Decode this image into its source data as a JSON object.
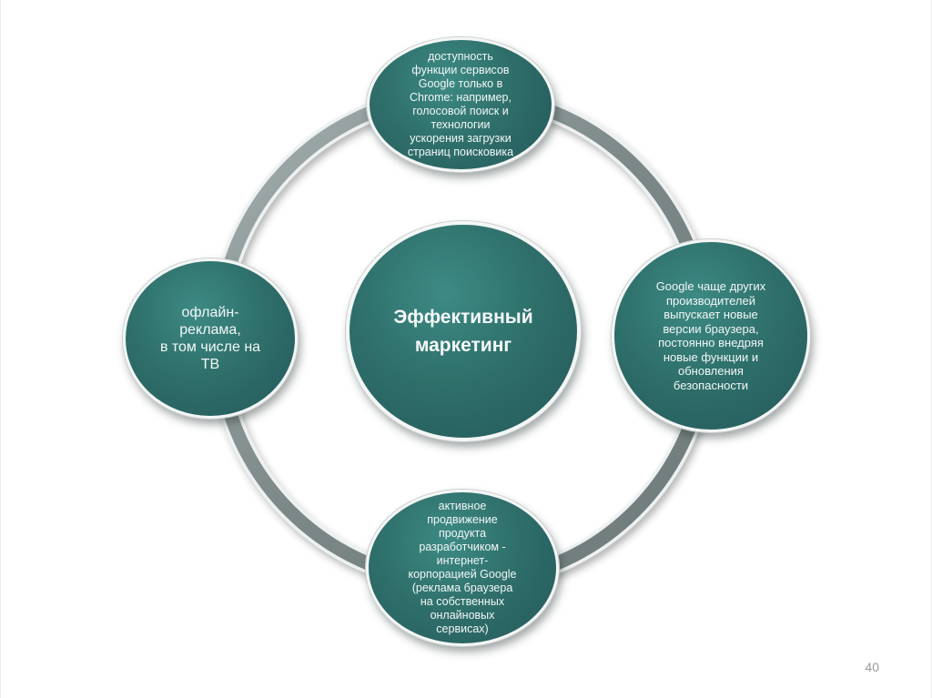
{
  "diagram": {
    "center": {
      "label": "Эффективный\nмаркетинг"
    },
    "nodes": {
      "top": "доступность\nфункции сервисов\nGoogle только в\nChrome: например,\nголосовой поиск и\nтехнологии\nускорения загрузки\nстраниц поисковика",
      "right": "Google чаще других\nпроизводителей\nвыпускает новые\nверсии браузера,\nпостоянно внедряя\nновые функции и\nобновления\nбезопасности",
      "bottom": "активное\nпродвижение\nпродукта\nразработчиком -\nинтернет-\nкорпорацией Google\n(реклама браузера\nна собственных\nонлайновых\nсервисах)",
      "left": "офлайн-\nреклама,\nв том числе на\nТВ"
    },
    "colors": {
      "node_fill": "#2f706b",
      "ring": "#8a9696",
      "node_text": "#f2f7f6"
    }
  },
  "slide": {
    "number": "40"
  }
}
